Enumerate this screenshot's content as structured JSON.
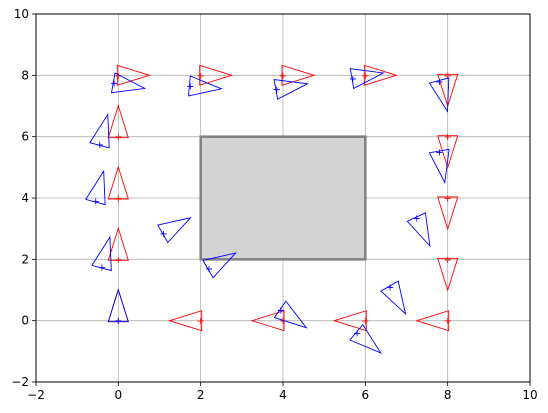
{
  "chart_data": {
    "type": "scatter",
    "title": "",
    "xlabel": "",
    "ylabel": "",
    "xlim": [
      -2,
      10
    ],
    "ylim": [
      -2,
      10
    ],
    "grid": true,
    "x_ticks": [
      -2,
      0,
      2,
      4,
      6,
      8,
      10
    ],
    "y_ticks": [
      -2,
      0,
      2,
      4,
      6,
      8,
      10
    ],
    "x_tick_labels": [
      "−2",
      "0",
      "2",
      "4",
      "6",
      "8",
      "10"
    ],
    "y_tick_labels": [
      "−2",
      "0",
      "2",
      "4",
      "6",
      "8",
      "10"
    ],
    "obstacle": {
      "x": [
        2,
        6
      ],
      "y": [
        2,
        6
      ],
      "fill": "#d3d3d3",
      "edge": "#808080"
    },
    "series": [
      {
        "color": "#ff0000",
        "marker": "triangle-heading",
        "points": [
          [
            0,
            0,
            90
          ],
          [
            2,
            0,
            180
          ],
          [
            4,
            0,
            180
          ],
          [
            6,
            0,
            180
          ],
          [
            8,
            0,
            180
          ],
          [
            8,
            2,
            -90
          ],
          [
            8,
            4,
            -90
          ],
          [
            8,
            6,
            -90
          ],
          [
            8,
            8,
            -90
          ],
          [
            6,
            8,
            0
          ],
          [
            4,
            8,
            0
          ],
          [
            2,
            8,
            0
          ],
          [
            0,
            8,
            0
          ],
          [
            0,
            6,
            90
          ],
          [
            0,
            4,
            90
          ],
          [
            0,
            2,
            90
          ]
        ]
      },
      {
        "color": "#0000ff",
        "marker": "triangle-heading",
        "points": [
          [
            0,
            0,
            90
          ],
          [
            3.95,
            0.35,
            -35
          ],
          [
            5.8,
            -0.4,
            -40
          ],
          [
            6.6,
            1.1,
            -60
          ],
          [
            7.25,
            3.35,
            -65
          ],
          [
            7.8,
            5.5,
            -80
          ],
          [
            7.8,
            7.8,
            -75
          ],
          [
            5.7,
            7.9,
            10
          ],
          [
            3.85,
            7.55,
            10
          ],
          [
            1.75,
            7.65,
            -5
          ],
          [
            -0.1,
            7.75,
            -10
          ],
          [
            -0.45,
            5.75,
            75
          ],
          [
            -0.55,
            3.9,
            75
          ],
          [
            -0.4,
            1.75,
            75
          ],
          [
            1.1,
            2.85,
            30
          ],
          [
            2.2,
            1.7,
            30
          ]
        ]
      }
    ]
  }
}
